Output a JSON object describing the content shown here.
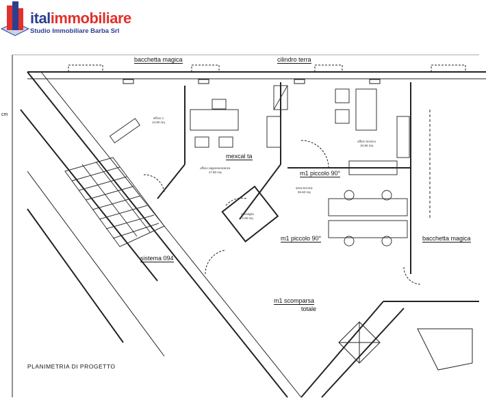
{
  "logo": {
    "brand_prefix": "ital",
    "brand_suffix": "immobiliare",
    "subtitle": "Studio Immobiliare Barba Srl",
    "colors": {
      "red": "#e0312b",
      "blue": "#2c3f8f"
    }
  },
  "plan": {
    "title": "PLANIMETRIA DI PROGETTO",
    "unit_mark": "cm",
    "labels": {
      "bacchetta_magica_top": "bacchetta magica",
      "cilindro_terra": "cilindro terra",
      "mexcal_ta": "mexcal ta",
      "m1_piccolo_top": "m1 piccolo 90°",
      "m1_piccolo_mid": "m1 piccolo 90°",
      "bacchetta_magica_right": "bacchetta magica",
      "sistema": "sistema 094",
      "m1_scomparsa": "m1 scomparsa",
      "totale": "totale"
    },
    "rooms": [
      {
        "name": "ufficio 1",
        "area": "14.90 mq"
      },
      {
        "name": "ufficio rappresentanza",
        "area": "17.80 mq"
      },
      {
        "name": "ufficio tecnico",
        "area": "34.95 mq"
      },
      {
        "name": "area tecnica",
        "area": "26.60 mq"
      },
      {
        "name": "ripostiglio",
        "area": "2.56 mq"
      }
    ]
  }
}
